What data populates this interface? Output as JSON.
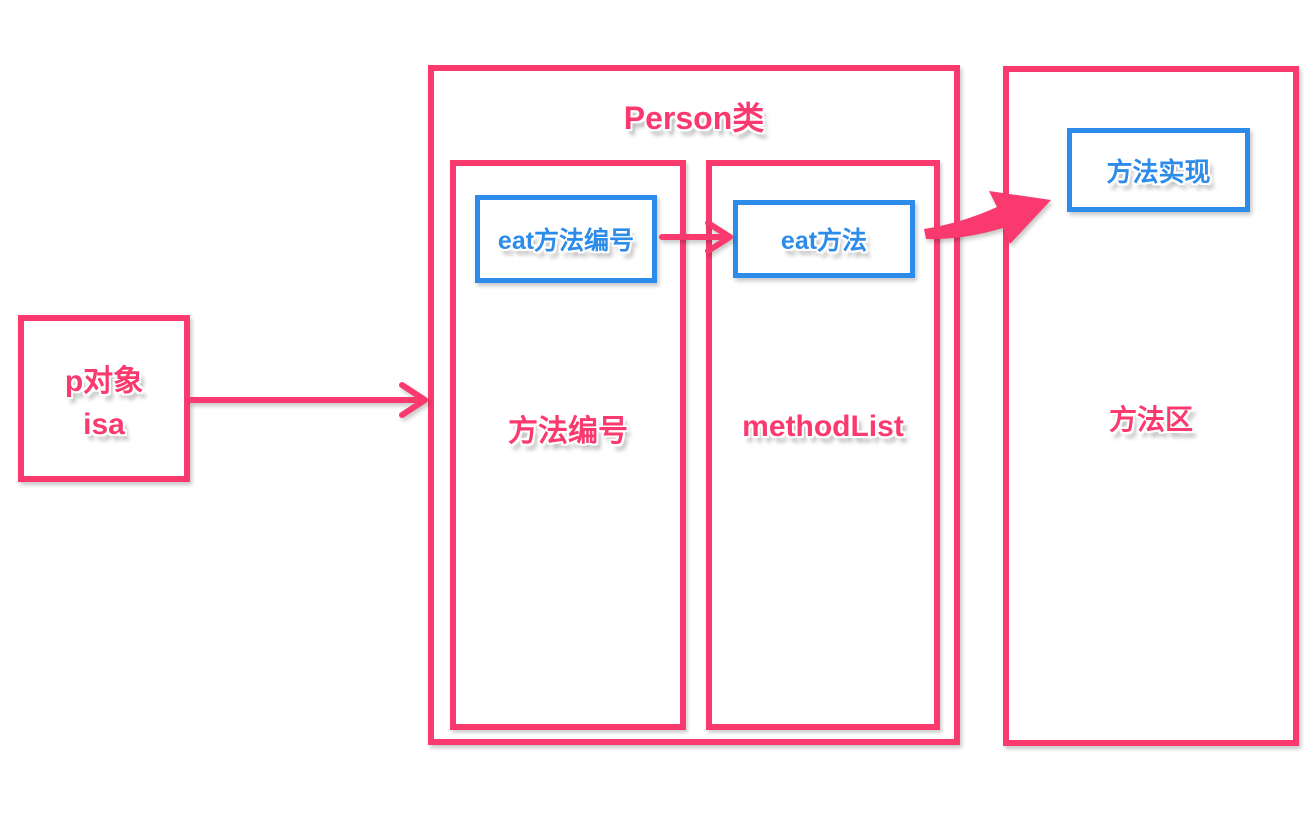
{
  "colors": {
    "pink": "#FA3A6E",
    "blue": "#2D8CEA"
  },
  "p_object": {
    "line1": "p对象",
    "line2": "isa"
  },
  "person_class": {
    "title": "Person类",
    "method_index": {
      "entry": "eat方法编号",
      "label": "方法编号"
    },
    "method_list": {
      "entry": "eat方法",
      "label": "methodList"
    }
  },
  "method_area": {
    "entry": "方法实现",
    "label": "方法区"
  },
  "arrows": [
    {
      "name": "isa-arrow",
      "from": "p对象 isa",
      "to": "Person类"
    },
    {
      "name": "method-number-arrow",
      "from": "eat方法编号",
      "to": "eat方法"
    },
    {
      "name": "implementation-arrow",
      "from": "eat方法",
      "to": "方法实现"
    }
  ]
}
